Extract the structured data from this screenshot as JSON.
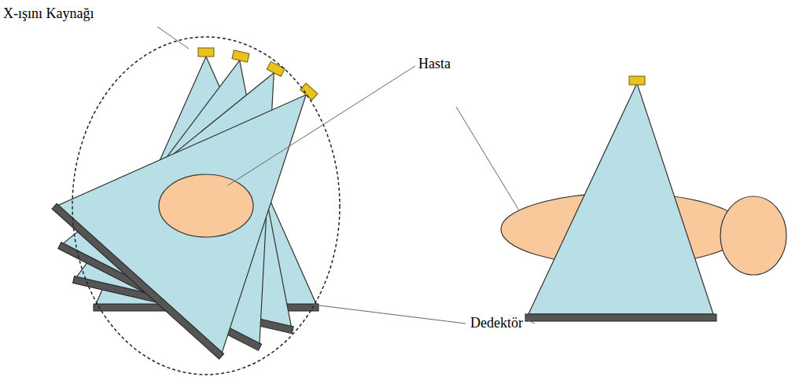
{
  "diagram": {
    "labels": [
      "X-ışını Kaynağı",
      "Hasta",
      "Dedektör"
    ]
  }
}
